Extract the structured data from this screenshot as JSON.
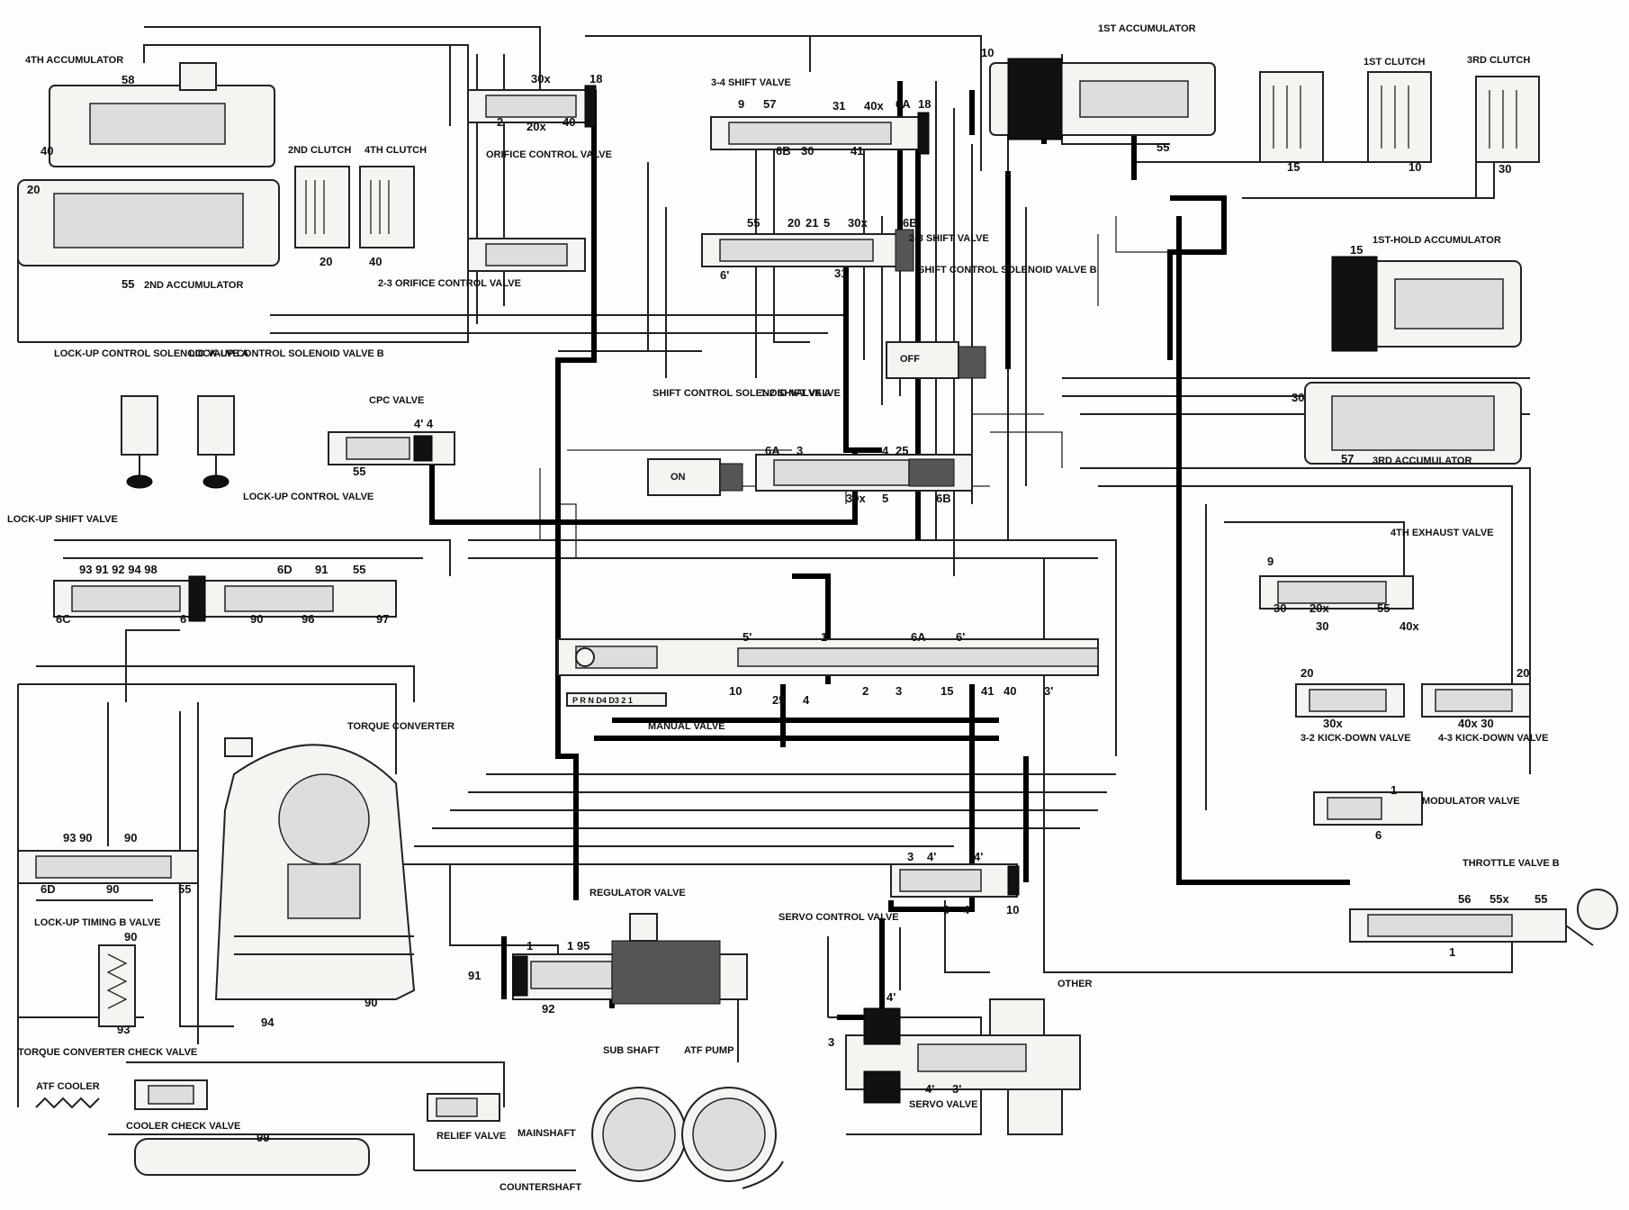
{
  "labels": {
    "fourth_accumulator": "4TH ACCUMULATOR",
    "second_accumulator": "2ND ACCUMULATOR",
    "second_clutch": "2ND CLUTCH",
    "fourth_clutch": "4TH CLUTCH",
    "orifice_23_control": "2-3 ORIFICE CONTROL VALVE",
    "orifice_control": "ORIFICE CONTROL VALVE",
    "shift_34": "3-4 SHIFT VALVE",
    "shift_23": "2-3 SHIFT VALVE",
    "shift_solenoid_b": "SHIFT CONTROL SOLENOID VALVE B",
    "first_accumulator": "1ST ACCUMULATOR",
    "first_clutch": "1ST CLUTCH",
    "third_clutch": "3RD CLUTCH",
    "first_hold_accumulator": "1ST-HOLD ACCUMULATOR",
    "third_accumulator": "3RD ACCUMULATOR",
    "lockup_sol_a": "LOCK-UP CONTROL SOLENOID VALVE A",
    "lockup_sol_b": "LOCK-UP CONTROL SOLENOID VALVE B",
    "cpc_valve": "CPC VALVE",
    "shift_solenoid_a": "SHIFT CONTROL SOLENOID VALVE A",
    "shift_12": "1-2 SHIFT VALVE",
    "lockup_shift": "LOCK-UP SHIFT VALVE",
    "lockup_control": "LOCK-UP CONTROL VALVE",
    "fourth_exhaust": "4TH EXHAUST VALVE",
    "kickdown_32": "3-2 KICK-DOWN VALVE",
    "kickdown_43": "4-3 KICK-DOWN VALVE",
    "manual_valve": "MANUAL VALVE",
    "torque_converter": "TORQUE CONVERTER",
    "modulator_valve": "MODULATOR VALVE",
    "throttle_b": "THROTTLE VALVE B",
    "servo_control": "SERVO CONTROL VALVE",
    "regulator_valve": "REGULATOR VALVE",
    "lockup_timing_b": "LOCK-UP TIMING B VALVE",
    "tc_check": "TORQUE CONVERTER CHECK VALVE",
    "atf_cooler": "ATF COOLER",
    "cooler_check": "COOLER CHECK VALVE",
    "relief_valve": "RELIEF VALVE",
    "sub_shaft": "SUB SHAFT",
    "atf_pump": "ATF PUMP",
    "mainshaft": "MAINSHAFT",
    "countershaft": "COUNTERSHAFT",
    "servo_valve": "SERVO VALVE",
    "other": "OTHER",
    "off_state": "OFF",
    "on_state": "ON",
    "gear_positions": "P R N D4 D3 2 1"
  },
  "ports": {
    "p58": "58",
    "p40a": "40",
    "p20a": "20",
    "p55a": "55",
    "p20b": "20",
    "p40b": "40",
    "p18a": "18",
    "p30x": "30x",
    "p2": "2",
    "p20x": "20x",
    "p40c": "40",
    "p9": "9",
    "p57": "57",
    "p31": "31",
    "p40x": "40x",
    "p6A": "6A",
    "p18b": "18",
    "p6B": "6B",
    "p30": "30",
    "p41": "41",
    "p55b": "55",
    "p20": "20",
    "p21": "21",
    "p5": "5",
    "p30x2": "30x",
    "p6Bb": "6B",
    "p6": "6'",
    "p31b": "31",
    "p10": "10",
    "p55c": "55",
    "p15": "15",
    "p10b": "10",
    "p30c": "30",
    "p15b": "15",
    "p30d": "30",
    "p57b": "57",
    "p4": "4' 4",
    "p55d": "55",
    "p6Ab": "6A",
    "p3": "3",
    "p4b": "4",
    "p25": "25",
    "p30x3": "30x",
    "p5b": "5",
    "p6Bc": "6B",
    "p93": "93 91 92 94 98",
    "p6D": "6D",
    "p91": "91",
    "p55e": "55",
    "p6C": "6C",
    "p6c": "6",
    "p90": "90",
    "p96": "96",
    "p97": "97",
    "p9b": "9",
    "p30e": "30",
    "p20x2": "20x",
    "p55f": "55",
    "p30f": "30",
    "p40xb": "40x",
    "p20c": "20",
    "p30xc": "30x",
    "p20d": "20",
    "p40x30": "40x 30",
    "p5c": "5'",
    "p1": "1",
    "p6Ac": "6A",
    "p6d": "6'",
    "p10c": "10",
    "p25b": "25",
    "p4c": "4",
    "p2b": "2",
    "p3b": "3",
    "p15c": "15",
    "p41b": "41",
    "p40d": "40",
    "p3c": "3'",
    "p93b": "93 90",
    "p90b": "90",
    "p6Db": "6D",
    "p90c": "90",
    "p55g": "55",
    "p1b": "1",
    "p6e": "6",
    "p56": "56",
    "p55x": "55x",
    "p55h": "55",
    "p1c": "1",
    "p3d": "3",
    "p4d": "4'",
    "p4e": "4'",
    "p9c": "9",
    "p4f": "4",
    "p10d": "10",
    "p1d": "1",
    "p95": "1 95",
    "p91b": "91",
    "p92": "92",
    "p90d": "90",
    "p94": "94",
    "p90e": "90",
    "p93c": "93",
    "p3e": "3",
    "p4g": "4'",
    "p4h": "4'",
    "p3f": "3'",
    "p99": "99"
  },
  "colors": {
    "line": "#222222",
    "paper": "#fdfdfb",
    "body": "#f4f4f0"
  }
}
